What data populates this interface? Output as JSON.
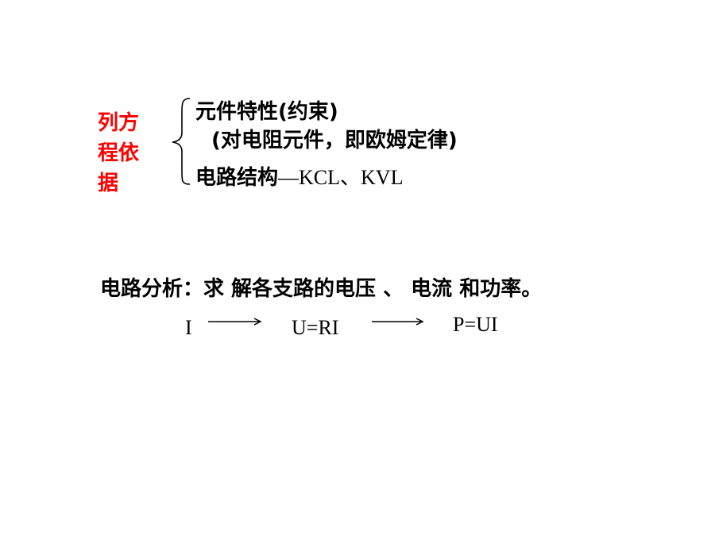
{
  "left_label": {
    "line1": "列方",
    "line2": "程依",
    "line3": "据",
    "color": "#ff0000"
  },
  "basis": {
    "item1_text": "元件特性(约束)",
    "item1_note": "(对电阻元件，即欧姆定律)",
    "item2_text": "电路结构",
    "item2_dash": "—",
    "item2_laws": "KCL、KVL"
  },
  "analysis": {
    "statement": "电路分析：求 解各支路的电压 、 电流 和功率。"
  },
  "formula": {
    "step1": "I",
    "step2": "U=RI",
    "step3": "P=UI"
  },
  "icons": [
    "left-brace-icon",
    "arrow-right-icon",
    "arrow-right-icon"
  ]
}
